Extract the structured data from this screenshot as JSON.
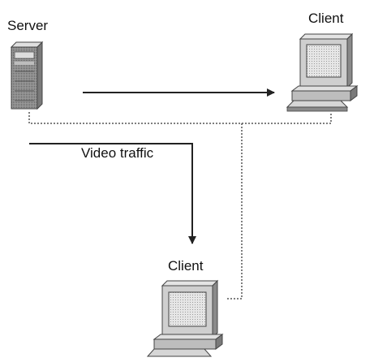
{
  "labels": {
    "server": "Server",
    "client_right": "Client",
    "video_traffic": "Video traffic",
    "client_bottom": "Client"
  },
  "icons": {
    "server": "server-tower-icon",
    "client_right": "desktop-computer-icon",
    "client_bottom": "desktop-computer-icon"
  },
  "colors": {
    "line": "#222222",
    "dotted_network": "#555555",
    "device_body": "#cfcfcf",
    "device_shadow": "#8a8a8a",
    "screen": "#e8e8e8"
  }
}
